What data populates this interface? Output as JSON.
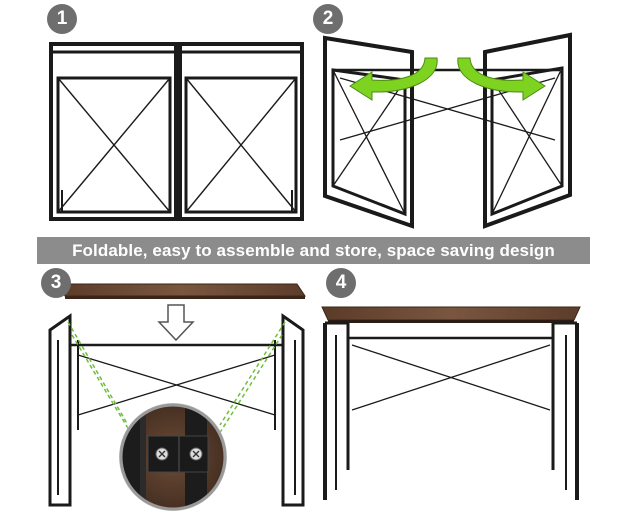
{
  "steps": [
    {
      "number": "1"
    },
    {
      "number": "2"
    },
    {
      "number": "3"
    },
    {
      "number": "4"
    }
  ],
  "banner": {
    "text": "Foldable, easy to assemble and store, space saving design"
  },
  "colors": {
    "frame": "#1a1a1a",
    "wood": "#6b4a35",
    "arrow": "#7ed321",
    "badge": "#6e6e6e",
    "banner": "#8c8c8c",
    "dashed": "#6fbf3a"
  },
  "icons": {
    "down_arrow": "down-arrow-icon",
    "fold_arrows": "rotate-arrow-icon"
  }
}
